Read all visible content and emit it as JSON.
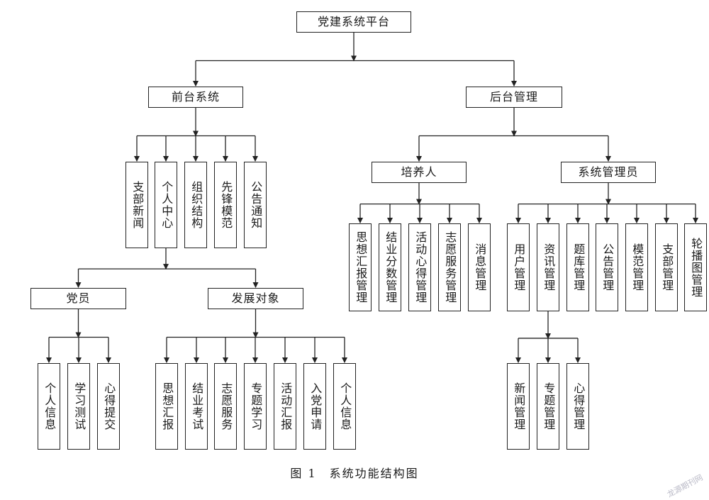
{
  "diagram": {
    "nodes": [
      {
        "id": "root",
        "label": "党建系统平台",
        "children": [
          "front",
          "back"
        ]
      },
      {
        "id": "front",
        "label": "前台系统",
        "children": [
          "f1",
          "f2",
          "f3",
          "f4",
          "f5"
        ]
      },
      {
        "id": "back",
        "label": "后台管理",
        "children": [
          "trainer",
          "sysadmin"
        ]
      },
      {
        "id": "f1",
        "label": "支部新闻"
      },
      {
        "id": "f2",
        "label": "个人中心",
        "children": [
          "member",
          "target"
        ]
      },
      {
        "id": "f3",
        "label": "组织结构"
      },
      {
        "id": "f4",
        "label": "先锋模范"
      },
      {
        "id": "f5",
        "label": "公告通知"
      },
      {
        "id": "member",
        "label": "党员",
        "children": [
          "m1",
          "m2",
          "m3"
        ]
      },
      {
        "id": "target",
        "label": "发展对象",
        "children": [
          "t1",
          "t2",
          "t3",
          "t4",
          "t5",
          "t6",
          "t7"
        ]
      },
      {
        "id": "m1",
        "label": "个人信息"
      },
      {
        "id": "m2",
        "label": "学习测试"
      },
      {
        "id": "m3",
        "label": "心得提交"
      },
      {
        "id": "t1",
        "label": "思想汇报"
      },
      {
        "id": "t2",
        "label": "结业考试"
      },
      {
        "id": "t3",
        "label": "志愿服务"
      },
      {
        "id": "t4",
        "label": "专题学习"
      },
      {
        "id": "t5",
        "label": "活动汇报"
      },
      {
        "id": "t6",
        "label": "入党申请"
      },
      {
        "id": "t7",
        "label": "个人信息"
      },
      {
        "id": "trainer",
        "label": "培养人",
        "children": [
          "p1",
          "p2",
          "p3",
          "p4",
          "p5"
        ]
      },
      {
        "id": "sysadmin",
        "label": "系统管理员",
        "children": [
          "s1",
          "s2",
          "s3",
          "s4",
          "s5",
          "s6",
          "s7"
        ]
      },
      {
        "id": "p1",
        "label": "思想汇报管理"
      },
      {
        "id": "p2",
        "label": "结业分数管理"
      },
      {
        "id": "p3",
        "label": "活动心得管理"
      },
      {
        "id": "p4",
        "label": "志愿服务管理"
      },
      {
        "id": "p5",
        "label": "消息管理"
      },
      {
        "id": "s1",
        "label": "用户管理"
      },
      {
        "id": "s2",
        "label": "资讯管理",
        "children": [
          "n1",
          "n2",
          "n3"
        ]
      },
      {
        "id": "s3",
        "label": "题库管理"
      },
      {
        "id": "s4",
        "label": "公告管理"
      },
      {
        "id": "s5",
        "label": "模范管理"
      },
      {
        "id": "s6",
        "label": "支部管理"
      },
      {
        "id": "s7",
        "label": "轮播图管理"
      },
      {
        "id": "n1",
        "label": "新闻管理"
      },
      {
        "id": "n2",
        "label": "专题管理"
      },
      {
        "id": "n3",
        "label": "心得管理"
      }
    ]
  },
  "caption": "图 1　系统功能结构图",
  "watermark": "龙源期刊网"
}
